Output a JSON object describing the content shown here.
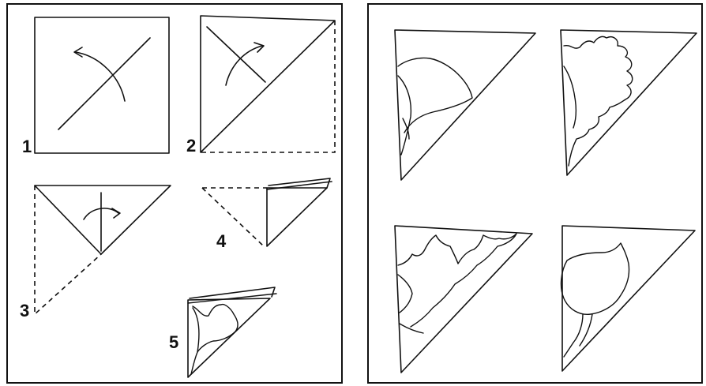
{
  "steps": {
    "step1": "1",
    "step2": "2",
    "step3": "3",
    "step4": "4",
    "step5": "5"
  },
  "panels": {
    "left": "folding-instructions",
    "right": "leaf-templates"
  },
  "colors": {
    "ink": "#111111",
    "paper": "#ffffff"
  }
}
